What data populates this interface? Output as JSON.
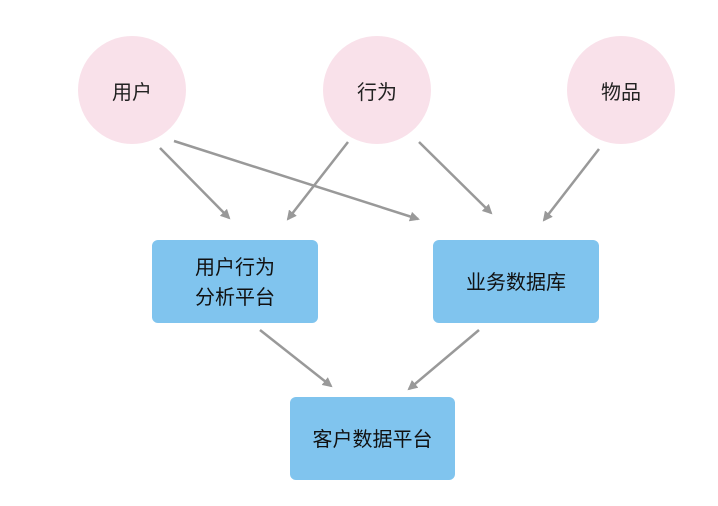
{
  "nodes": {
    "user": "用户",
    "behavior": "行为",
    "item": "物品",
    "behavior_platform_line1": "用户行为",
    "behavior_platform_line2": "分析平台",
    "business_db": "业务数据库",
    "customer_platform": "客户数据平台"
  },
  "colors": {
    "circle_fill": "#f9e1ea",
    "box_fill": "#80c4ee",
    "arrow": "#999999"
  }
}
